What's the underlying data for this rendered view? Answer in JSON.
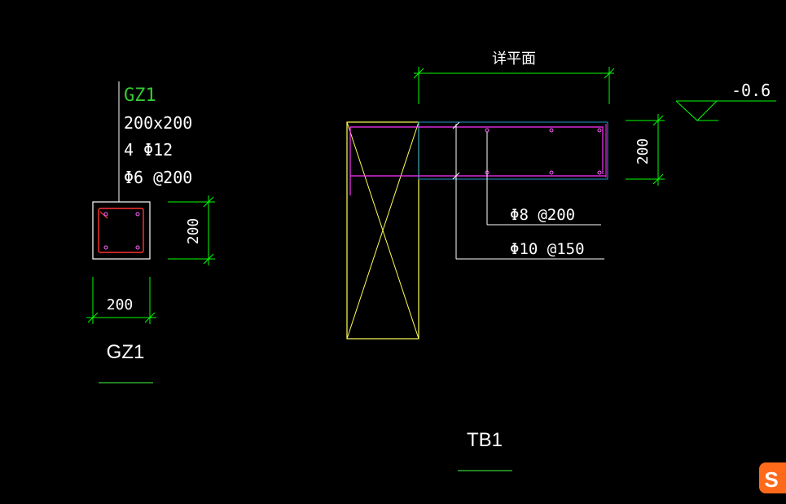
{
  "colors": {
    "background": "#000000",
    "dimension": "#00ff00",
    "outline": "#ffffff",
    "column": "#ffff55",
    "rebar": "#ff3333",
    "slab_rebar": "#ff33ff",
    "slab_edge": "#00aaff",
    "label_green": "#33cc33",
    "ime_orange": "#ff6a1a"
  },
  "gz1": {
    "title": "GZ1",
    "size": "200x200",
    "main_rebar": "4 Φ12",
    "stirrup": "Φ6 @200",
    "dim_height": "200",
    "dim_width": "200",
    "caption": "GZ1"
  },
  "tb1": {
    "dim_top": "详平面",
    "dim_right": "200",
    "level": "-0.6",
    "rebar_upper": "Φ8 @200",
    "rebar_lower": "Φ10 @150",
    "caption": "TB1"
  },
  "icons": {
    "ime": "sogou-ime-icon",
    "elevation": "elevation-marker-icon"
  }
}
